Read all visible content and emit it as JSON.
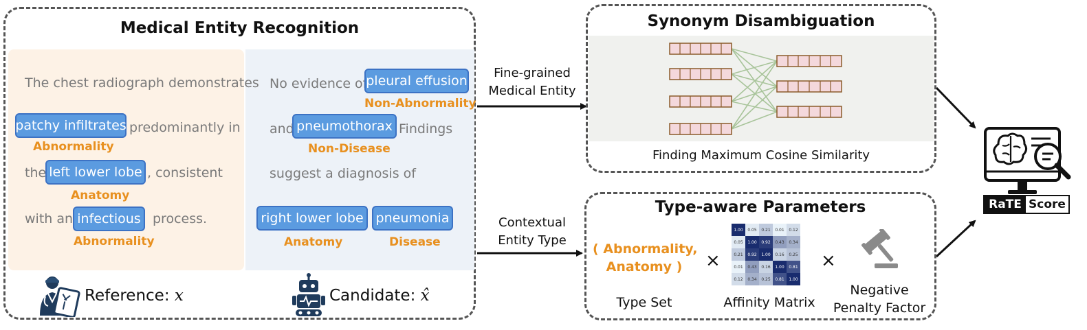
{
  "ner": {
    "title": "Medical Entity Recognition",
    "reference": {
      "line1": "The chest radiograph demonstrates",
      "entity1": "patchy infiltrates",
      "after1": "predominantly in",
      "tag1": "Abnormality",
      "before2": "the",
      "entity2": "left lower lobe",
      "after2": ", consistent",
      "tag2": "Anatomy",
      "before3": "with an",
      "entity3": "infectious",
      "after3": "process.",
      "tag3": "Abnormality",
      "label": "Reference: ",
      "symbol": "x"
    },
    "candidate": {
      "before1": "No evidence of",
      "entity1": "pleural effusion",
      "tag1": "Non-Abnormality",
      "before2": "and",
      "entity2": "pneumothorax",
      "after2": "Findings",
      "tag2": "Non-Disease",
      "line3": "suggest a diagnosis of",
      "entity3": "right lower lobe",
      "tag3": "Anatomy",
      "entity4": "pneumonia",
      "tag4": "Disease",
      "label": "Candidate: ",
      "symbol": "x̂"
    }
  },
  "arrows": {
    "top_line1": "Fine-grained",
    "top_line2": "Medical Entity",
    "bottom_line1": "Contextual",
    "bottom_line2": "Entity Type"
  },
  "synonym": {
    "title": "Synonym Disambiguation",
    "caption": "Finding Maximum Cosine Similarity"
  },
  "type_aware": {
    "title": "Type-aware Parameters",
    "type_set_value_line1": "( Abnormality,",
    "type_set_value_line2": "Anatomy )",
    "times": "×",
    "type_set_label": "Type Set",
    "affinity_label": "Affinity Matrix",
    "penalty_line1": "Negative",
    "penalty_line2": "Penalty Factor",
    "matrix": [
      [
        "1.00",
        "0.05",
        "0.21",
        "0.01",
        "0.12"
      ],
      [
        "0.05",
        "1.00",
        "0.92",
        "0.43",
        "0.34"
      ],
      [
        "0.21",
        "0.92",
        "1.00",
        "0.16",
        "0.25"
      ],
      [
        "0.01",
        "0.43",
        "0.16",
        "1.00",
        "0.81"
      ],
      [
        "0.12",
        "0.34",
        "0.25",
        "0.81",
        "1.00"
      ]
    ]
  },
  "score": {
    "left": "RaTE",
    "right": "Score"
  },
  "colors": {
    "entity_fill": "#5b9be0",
    "entity_border": "#3c72c4",
    "tag": "#e8901f",
    "reference_bg": "#fdf2e6",
    "candidate_bg": "#edf2f8",
    "embedding_cell": "#f4d8dc",
    "embedding_border": "#8a5a2a",
    "connection": "#a8c49a"
  }
}
